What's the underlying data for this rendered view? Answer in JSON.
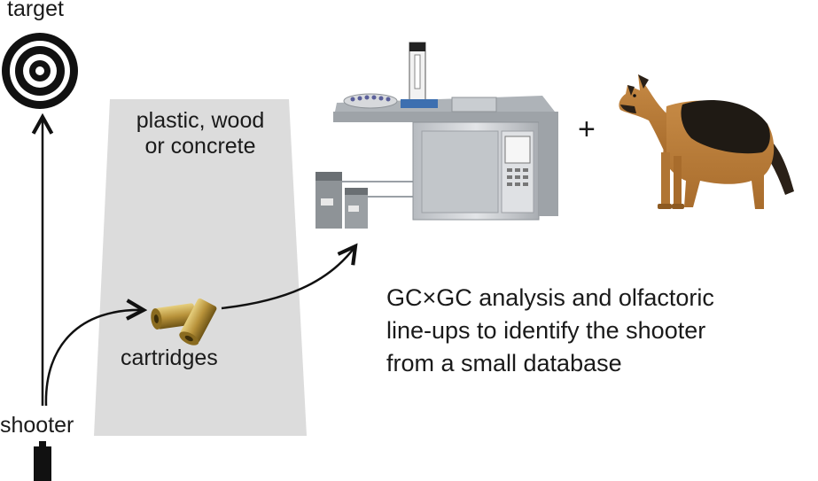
{
  "labels": {
    "target": "target",
    "surface_line1": "plastic, wood",
    "surface_line2": "or concrete",
    "cartridges": "cartridges",
    "shooter": "shooter",
    "plus": "+",
    "description_lines": [
      "GC×GC analysis and olfactoric",
      "line-ups to identify the shooter",
      "from a small database"
    ]
  },
  "icons": [
    "target-icon",
    "gun-icon",
    "cartridges-icon",
    "gc-instrument-icon",
    "gas-cylinders-icon",
    "dog-icon"
  ],
  "colors": {
    "surface": "#dcdcdc",
    "ink": "#111111",
    "brass": "#b8923a",
    "instrument": "#c9ccd0"
  }
}
